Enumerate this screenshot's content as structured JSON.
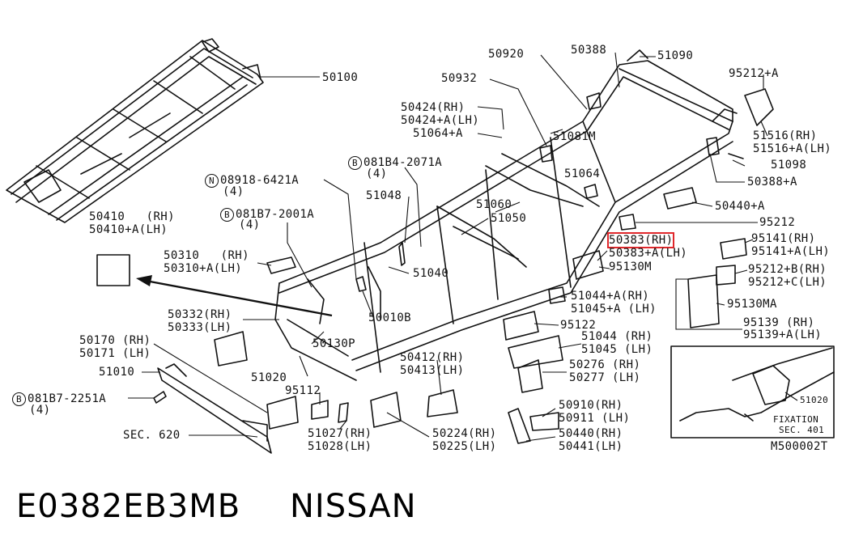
{
  "colors": {
    "line": "#111111",
    "highlight": "#e0272b",
    "background": "#ffffff"
  },
  "labels": {
    "l50100": "50100",
    "l50920": "50920",
    "l50388": "50388",
    "l51090": "51090",
    "l95212a": "95212+A",
    "l50932": "50932",
    "l50424rh": "50424(RH)",
    "l50424lh": "50424+A(LH)",
    "l51064a": "51064+A",
    "l51081m": "51081M",
    "l51516rh": "51516(RH)",
    "l51516lh": "51516+A(LH)",
    "l081b4": "081B4-2071A",
    "l081b4q": "(4)",
    "l51098": "51098",
    "l08918": "08918-6421A",
    "l08918q": "(4)",
    "l51064": "51064",
    "l50388a": "50388+A",
    "l51048": "51048",
    "l51060": "51060",
    "l50440a": "50440+A",
    "l081b7a": "081B7-2001A",
    "l081b7aq": "(4)",
    "l51050": "51050",
    "l95212": "95212",
    "l50410rh": "50410   (RH)",
    "l50410lh": "50410+A(LH)",
    "l50383rh": "50383(RH)",
    "l95141rh": "95141(RH)",
    "l50383lh": "50383+A(LH)",
    "l95141lh": "95141+A(LH)",
    "l50310rh": "50310   (RH)",
    "l50310lh": "50310+A(LH)",
    "l95130m": "95130M",
    "l95212brh": "95212+B(RH)",
    "l51040": "51040",
    "l95212clh": "95212+C(LH)",
    "l51044rh": "51044+A(RH)",
    "l51045lh": "51045+A (LH)",
    "l95130ma": "95130MA",
    "l50332": "50332(RH)",
    "l50333": "50333(LH)",
    "l50010b": "50010B",
    "l95122": "95122",
    "l95139rh": "95139 (RH)",
    "l95139lh": "95139+A(LH)",
    "l50170": "50170 (RH)",
    "l50171": "50171 (LH)",
    "l50130p": "50130P",
    "l51044": "51044 (RH)",
    "l51045": "51045 (LH)",
    "l50412": "50412(RH)",
    "l50413": "50413(LH)",
    "l51010": "51010",
    "l51020": "51020",
    "l50276": "50276 (RH)",
    "l50277": "50277 (LH)",
    "l081b7b": "081B7-2251A",
    "l081b7bq": "(4)",
    "l95112": "95112",
    "l50910": "50910(RH)",
    "l50911": "50911 (LH)",
    "l51020b": "51020",
    "lfix": "FIXATION",
    "lsec401": "SEC. 401",
    "lsec620": "SEC. 620",
    "l51027": "51027(RH)",
    "l51028": "51028(LH)",
    "l50224": "50224(RH)",
    "l50225": "50225(LH)",
    "l50440": "50440(RH)",
    "l50441": "50441(LH)",
    "lm500": "M500002T",
    "circleB": "B",
    "circleN": "N"
  },
  "caption": {
    "part_code": "E0382EB3MB",
    "brand": "NISSAN"
  }
}
